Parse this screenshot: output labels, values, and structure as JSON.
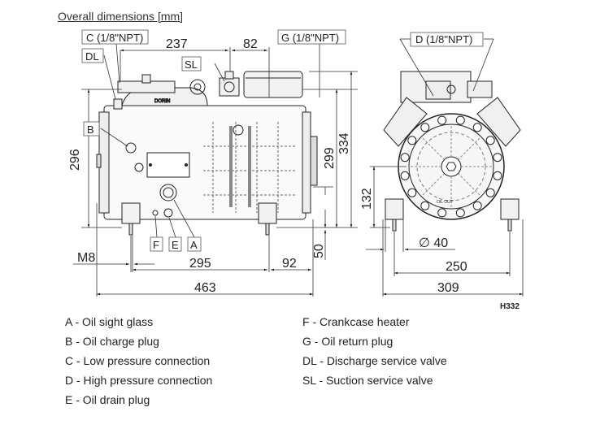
{
  "title": "Overall dimensions [mm]",
  "drawing_code": "H332",
  "callouts": {
    "c": "C  (1/8\"NPT)",
    "dl": "DL",
    "sl": "SL",
    "g": "G  (1/8\"NPT)",
    "d": "D  (1/8\"NPT)",
    "b": "B",
    "f": "F",
    "e": "E",
    "a": "A",
    "brand": "DORIN",
    "oil_out": "OIL OUT"
  },
  "dimensions": {
    "top_left": "237",
    "top_right": "82",
    "height_left": "296",
    "height_mid": "299",
    "height_total": "334",
    "foot_height": "50",
    "shaft_height": "132",
    "bolt": "M8",
    "foot_spacing_side": "295",
    "foot_offset": "92",
    "length_total": "463",
    "foot_dia": "∅ 40",
    "foot_spacing_front": "250",
    "width_total": "309"
  },
  "legend": {
    "left": [
      "A - Oil sight glass",
      "B - Oil charge plug",
      "C - Low pressure connection",
      "D - High pressure connection",
      "E - Oil drain plug"
    ],
    "right": [
      "F - Crankcase heater",
      "G - Oil return plug",
      "DL - Discharge service valve",
      "SL - Suction service valve"
    ]
  }
}
